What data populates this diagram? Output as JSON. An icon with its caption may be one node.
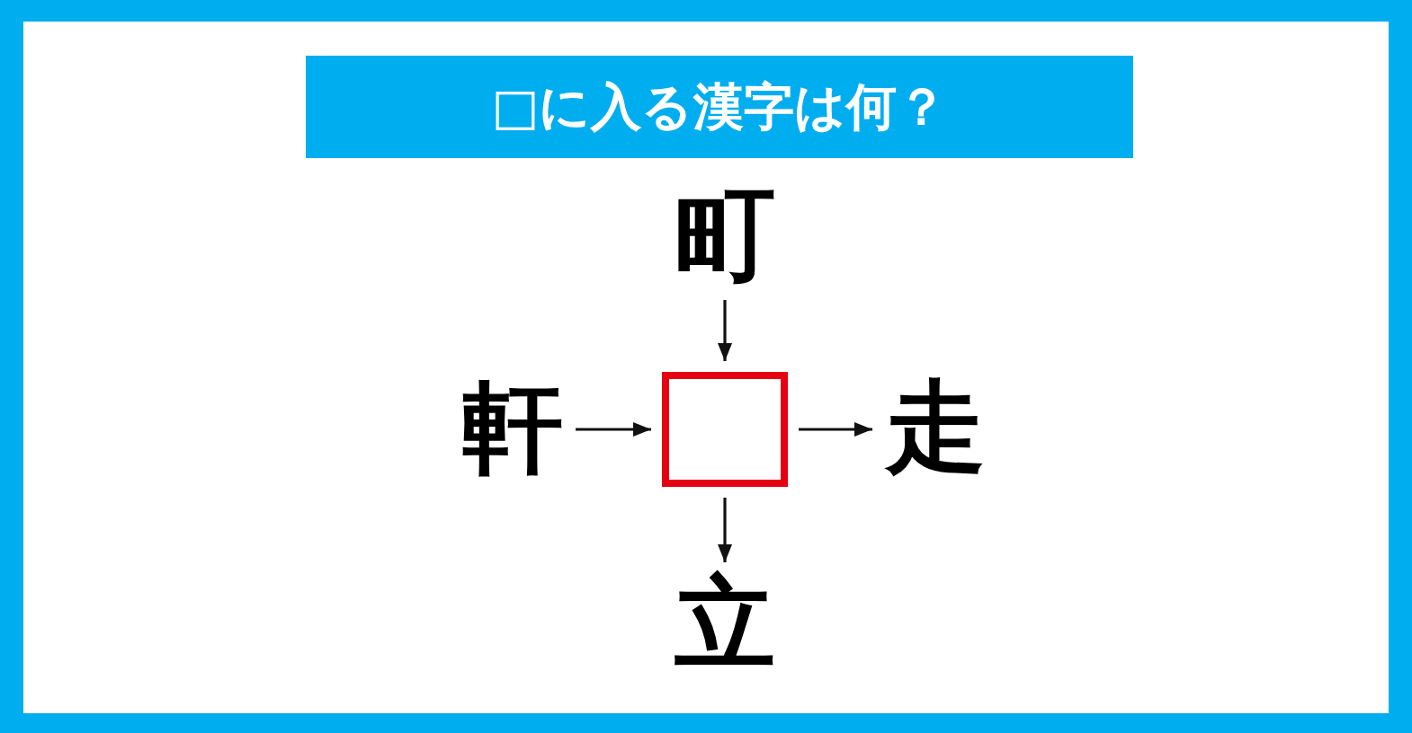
{
  "diagram": {
    "title": "□に入る漢字は何？",
    "nodes": [
      {
        "text": [
          "町"
        ]
      },
      {
        "text": [
          "軒"
        ]
      },
      {
        "text": [],
        "shape": "box"
      },
      {
        "text": [
          "走"
        ]
      },
      {
        "text": [
          "立"
        ]
      }
    ],
    "edges": [
      {
        "from": 0,
        "to": 2,
        "arrow": "to"
      },
      {
        "from": 1,
        "to": 2,
        "arrow": "to"
      },
      {
        "from": 2,
        "to": 3,
        "arrow": "to"
      },
      {
        "from": 2,
        "to": 4,
        "arrow": "to"
      }
    ]
  }
}
